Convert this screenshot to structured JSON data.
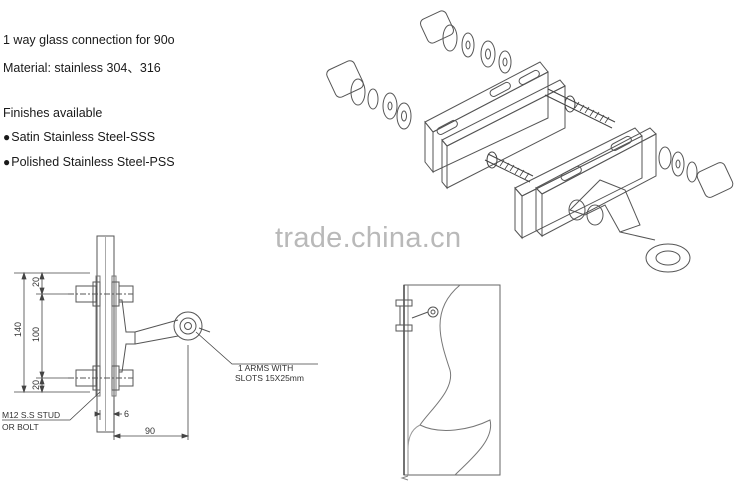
{
  "description": {
    "line1": "1 way glass connection for 90o",
    "line2": "Material: stainless 304、316",
    "finishes_title": "Finishes available",
    "finishes": [
      "Satin Stainless Steel-SSS",
      "Polished Stainless Steel-PSS"
    ],
    "bullet": "●"
  },
  "watermark": "trade.china.cn",
  "drawing": {
    "dims": {
      "d140": "140",
      "d100": "100",
      "d20_top": "20",
      "d20_bottom": "20",
      "d6": "6",
      "d90": "90"
    },
    "labels": {
      "arms_line1": "1  ARMS WITH",
      "arms_line2": "SLOTS 15X25mm",
      "stud_line1": "M12 S.S STUD",
      "stud_line2": "OR BOLT"
    }
  },
  "colors": {
    "line": "#555555",
    "light_line": "#888888",
    "watermark": "#b9b9b9"
  }
}
